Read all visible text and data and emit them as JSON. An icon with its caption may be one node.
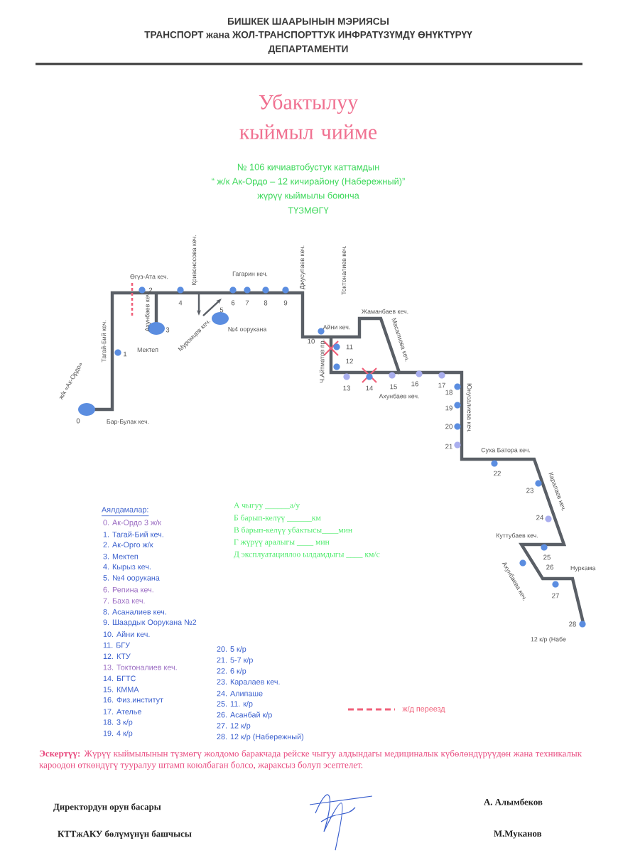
{
  "diagram": {
    "title": "Убактылуу кыймыл чийме",
    "labels": [
      "БИШКЕК ШААРЫНЫН МЭРИЯСЫ",
      "ТРАНСПОРТ жана ЖОЛ-ТРАНСПОРТТУК ИНФРАТҮЗҮМДҮ ӨНҮКТҮРҮҮ",
      "ДЕПАРТАМЕНТИ",
      "№ 106  кичиавтобустук каттамдын",
      "“ ж/к Ак-Ордо – 12  кичирайону (Набережный)”",
      "жүрүү кыймылы боюнча",
      "ТҮЗМӨГҮ",
      "ж/к «Ак-Ордо»",
      "Тагай-Бий кеч.",
      "Бар-Булак кеч.",
      "Өгүз-Ата кеч.",
      "Ахунбаев кеч.",
      "Кривоносова кеч.",
      "Муромцев кеч.",
      "№4 оорукана",
      "Мектеп",
      "Гагарин кеч.",
      "Джусупаев кеч.",
      "Токтоналиев кеч.",
      "Айни кеч.",
      "Ч.Айтматов пр.",
      "Жаманбаев кеч.",
      "Масалиева кеч.",
      "Ахунбаев кеч.",
      "Юнусалиева кеч.",
      "Суха Батора кеч.",
      "Каралаев кеч.",
      "Куттубаев кеч.",
      "Ахунбаева кеч.",
      "Нуркама",
      "12 к/р (Набе",
      "0",
      "1",
      "2",
      "3",
      "4",
      "5",
      "6",
      "7",
      "8",
      "9",
      "10",
      "11",
      "12",
      "13",
      "14",
      "15",
      "16",
      "17",
      "18",
      "19",
      "20",
      "21",
      "22",
      "23",
      "24",
      "25",
      "26",
      "27",
      "28",
      "Аялдамалар:",
      "0. Ак-Ордо 3 ж/к",
      "1. Тагай-Бий кеч.",
      "2. Ак-Орго ж/к",
      "3. Мектеп",
      "4. Кырыз кеч.",
      "5. №4 оорукана",
      "6. Репина кеч.",
      "7. Баха кеч.",
      "8. Асаналиев кеч.",
      "9. Шаардык Оорукана №2",
      "10. Айни кеч.",
      "11. БГУ",
      "12. КТУ",
      "13. Токтоналиев кеч.",
      "14. БГТС",
      "15. КММА",
      "16. Физ.институт",
      "17. Ателье",
      "18. 3 к/р",
      "19. 4 к/р",
      "20. 5 к/р",
      "21. 5-7 к/р",
      "22. 6 к/р",
      "23. Каралаев кеч.",
      "24. Алипаше",
      "25. 11. к/р",
      "26. Асанбай к/р",
      "27. 12 к/р",
      "28. 12 к/р (Набережный)",
      "А чыгуу  ______а/у",
      "Б барып-келүү ______км",
      "В барып-келүү убактысы____мин",
      "Г жүрүү аралыгы ____ мин",
      "Д эксплуатациялоо ылдамдыгы ____ км/с",
      "**Эскертүү:** Жүрүү кыймылынын түзмөгү жолдомо баракчада рейске чыгуу алдындагы медициналык күбөлөндүрүүдөн жана техникалык кароодон өткөндүгү тууралуу штамп коюлбаган болсо, жараксыз болуп эсептелет.",
      "Директордун орун басары",
      "А. Алымбеков",
      "КТТжАКУ  бөлүмүнүн башчысы",
      "М.Муканов"
    ],
    "legend": [
      {
        "text": "ж/д переезд"
      }
    ]
  }
}
